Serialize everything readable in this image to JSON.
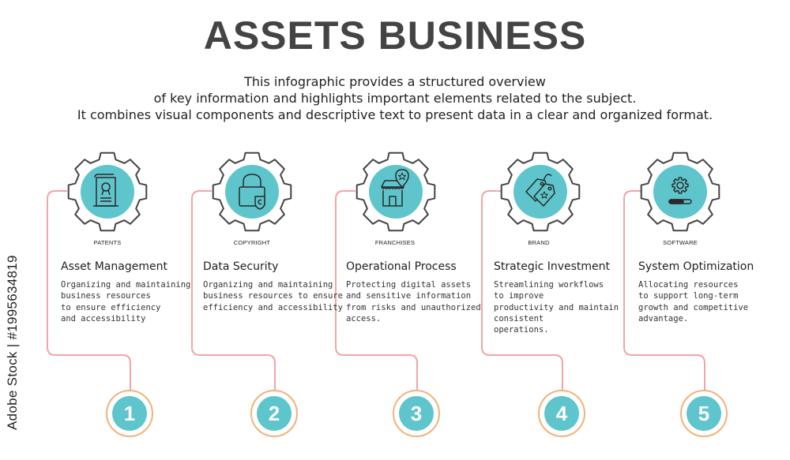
{
  "title": "ASSETS BUSINESS",
  "subtitle": [
    "This infographic provides a structured overview",
    "of key information and highlights  important elements related to the subject.",
    "It combines visual components and descriptive text to present data in a clear and organized format."
  ],
  "colors": {
    "accent": "#5ec5cc",
    "ring": "#f2b27a",
    "connector": "#f2a5a5",
    "gear": "#444444"
  },
  "watermark": "Adobe Stock | #1995634819",
  "steps": [
    {
      "category": "PATENTS",
      "icon": "patent-document-icon",
      "title": "Asset Management",
      "desc": [
        "Organizing and maintaining",
        "business resources",
        "to ensure efficiency",
        "and accessibility"
      ],
      "number": "1"
    },
    {
      "category": "COPYRIGHT",
      "icon": "copyright-lock-icon",
      "title": "Data Security",
      "desc": [
        "Organizing and maintaining",
        "business resources to ensure",
        "efficiency and accessibility"
      ],
      "number": "2"
    },
    {
      "category": "FRANCHISES",
      "icon": "franchise-store-icon",
      "title": "Operational Process",
      "desc": [
        "Protecting digital assets",
        "and sensitive information",
        "from risks and unauthorized",
        "access."
      ],
      "number": "3"
    },
    {
      "category": "BRAND",
      "icon": "brand-tags-icon",
      "title": "Strategic Investment",
      "desc": [
        "Streamlining workflows",
        "to improve",
        "productivity and maintain",
        "consistent",
        "operations."
      ],
      "number": "4"
    },
    {
      "category": "SOFTWARE",
      "icon": "software-gear-icon",
      "title": "System Optimization",
      "desc": [
        "Allocating resources",
        "to support long-term",
        "growth and competitive",
        "advantage."
      ],
      "number": "5"
    }
  ]
}
